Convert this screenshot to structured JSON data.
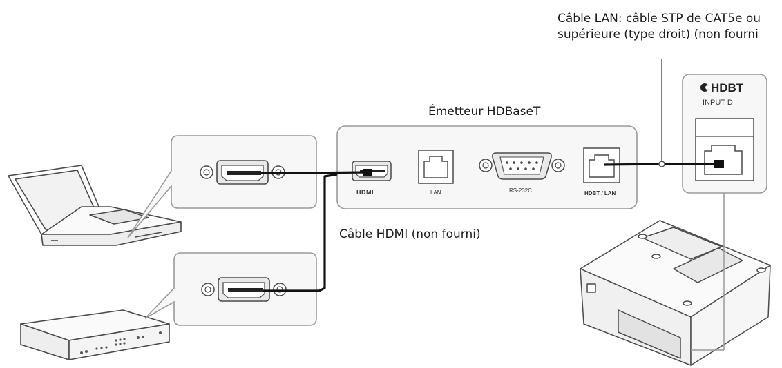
{
  "labels": {
    "lan_cable_line1": "Câble LAN: câble STP de CAT5e ou",
    "lan_cable_line2": "supérieure (type droit) (non fourni",
    "transmitter_title": "Émetteur HDBaseT",
    "hdmi_cable": "Câble HDMI (non fourni)"
  },
  "transmitter_ports": {
    "hdmi": "HDMI",
    "lan": "LAN",
    "rs232c": "RS-232C",
    "hdbt_lan": "HDBT / LAN"
  },
  "projector_panel": {
    "brand": "HDBT",
    "input": "INPUT D"
  },
  "colors": {
    "line": "#4a4a4a",
    "cable": "#111111",
    "panel_fill": "#f7f7f7",
    "port_fill": "#e9e9e9"
  }
}
